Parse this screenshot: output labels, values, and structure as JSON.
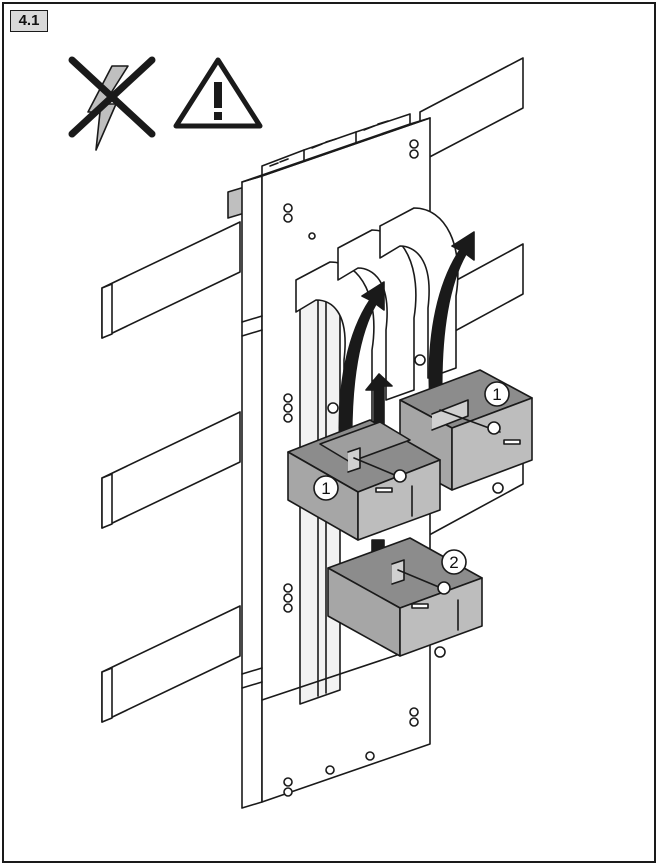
{
  "step_label": "4.1",
  "callouts": [
    {
      "number": "1"
    },
    {
      "number": "1"
    },
    {
      "number": "2"
    }
  ],
  "icons": [
    "no-voltage-icon",
    "warning-triangle-icon"
  ],
  "colors": {
    "line": "#1a1a1a",
    "module": "#a6a6a6",
    "module_top": "#8c8c8c",
    "background": "#ffffff",
    "badge": "#d9d9d9"
  }
}
